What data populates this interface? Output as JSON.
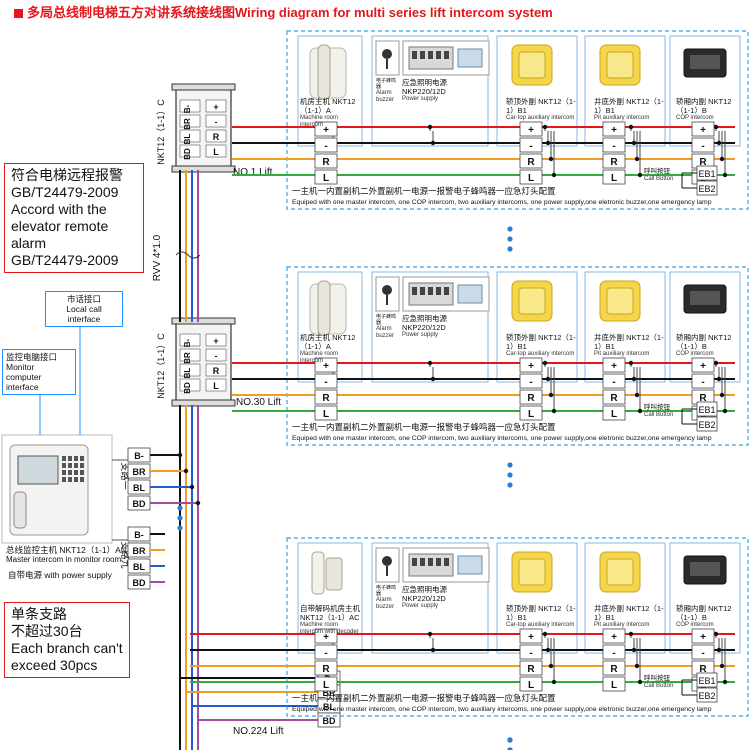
{
  "title": "多局总线制电梯五方对讲系统接线图Wiring diagram for multi series lift intercom system",
  "alarm_box": {
    "line1": "符合电梯远程报警",
    "line2": "GB/T24479-2009",
    "line3": "Accord with the",
    "line4": "elevator remote alarm",
    "line5": "GB/T24479-2009"
  },
  "local_call": {
    "cn": "市话接口",
    "en": "Local call interface"
  },
  "monitor_pc": {
    "cn": "监控电脑接口",
    "en": "Monitor computer interface"
  },
  "master": {
    "name_cn": "总线监控主机 NKT12（1-1）AN",
    "name_en": "Master intercom in monitor room",
    "power": "自带电源 with power supply"
  },
  "branch_box": {
    "line1": "单条支路",
    "line2": "不超过30台",
    "line3": "Each branch can't",
    "line4": "exceed 30pcs"
  },
  "branch1_label": "支路一",
  "branch9_label": "支路九",
  "bus_wires": [
    "B-",
    "BR",
    "BL",
    "BD"
  ],
  "junction_label": "NKT12（1-1）C",
  "junction_terminals": [
    "B-",
    "BR",
    "BL",
    "BD",
    "+",
    "-",
    "R",
    "L"
  ],
  "cable_label": "RVV 4*1.0",
  "line_terminals": [
    "+",
    "-",
    "R",
    "L"
  ],
  "eb_labels": [
    "EB1",
    "EB2"
  ],
  "call_button": {
    "cn": "呼叫按钮",
    "en": "Call Button"
  },
  "devices": [
    {
      "cn": "机房主机 NKT12（1-1）A",
      "en": "Machine room intercom"
    },
    {
      "cn": "应急照明电源NKP220/12D",
      "en": "Power supply"
    },
    {
      "cn": "轿顶外副 NKT12（1-1）B1",
      "en": "Car-top auxiliary intercom"
    },
    {
      "cn": "井底外副 NKT12（1-1）B1",
      "en": "Pit auxiliary intercom"
    },
    {
      "cn": "轿厢内副 NKT12（1-1）B",
      "en": "COP intercom"
    }
  ],
  "device1_alt": {
    "cn": "自带解码机房主机 NKT12（1-1）AC",
    "en": "Machine room intercom with decoder"
  },
  "lamp": {
    "cn": "电子蜂鸣器",
    "en": "Alarm buzzer"
  },
  "config_cn": "一主机一内置副机二外置副机一电源一报警电子蜂鸣器一应急灯头配置",
  "config_en": "Equiped with one master intercom, one COP intercom, two auxiliary intercoms, one power supply,one eletronic buzzer,one emergency lamp",
  "lifts": [
    {
      "label": "NO.1 Lift"
    },
    {
      "label": "NO.30 Lift"
    },
    {
      "label": "NO.224 Lift"
    }
  ],
  "colors": {
    "red": "#e4161b",
    "black": "#111111",
    "orange": "#f39c1f",
    "green": "#2fae3e",
    "blue": "#1e5fd0",
    "purple": "#a64aa0",
    "dash": "#3aa0e0"
  }
}
